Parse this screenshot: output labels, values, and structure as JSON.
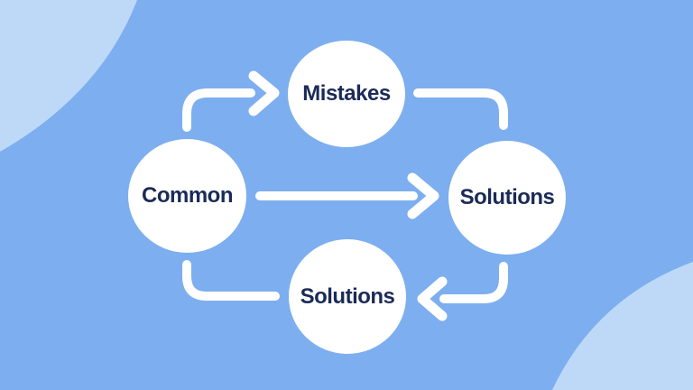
{
  "diagram": {
    "type": "cycle-flow",
    "nodes": {
      "top": {
        "label": "Mistakes"
      },
      "left": {
        "label": "Common"
      },
      "right": {
        "label": "Solutions"
      },
      "bottom": {
        "label": "Solutions"
      }
    },
    "edges": [
      {
        "from": "left",
        "to": "top",
        "arrowhead": true,
        "shape": "curved-up-right"
      },
      {
        "from": "top",
        "to": "right",
        "arrowhead": false,
        "shape": "curved-right-down"
      },
      {
        "from": "left",
        "to": "right",
        "arrowhead": true,
        "shape": "straight-horizontal"
      },
      {
        "from": "right",
        "to": "bottom",
        "arrowhead": true,
        "shape": "curved-down-left"
      },
      {
        "from": "left",
        "to": "bottom",
        "arrowhead": false,
        "shape": "curved-down-right"
      }
    ]
  },
  "colors": {
    "background": "#7daeef",
    "blob": "#bed9f7",
    "node_fill": "#ffffff",
    "text": "#1b2b57",
    "arrow": "#ffffff"
  }
}
